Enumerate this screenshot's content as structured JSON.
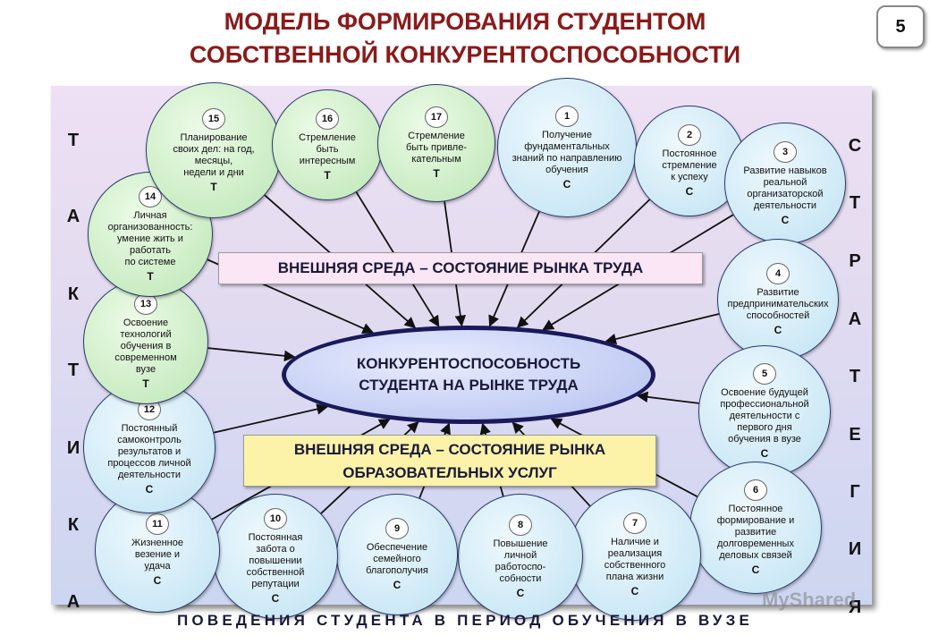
{
  "title": {
    "line1": "МОДЕЛЬ ФОРМИРОВАНИЯ СТУДЕНТОМ",
    "line2": "СОБСТВЕННОЙ КОНКУРЕНТОСПОСОБНОСТИ"
  },
  "page_number": "5",
  "center": {
    "line1": "КОНКУРЕНТОСПОСОБНОСТЬ",
    "line2": "СТУДЕНТА НА РЫНКЕ ТРУДА"
  },
  "env_top": "ВНЕШНЯЯ СРЕДА – СОСТОЯНИЕ РЫНКА ТРУДА",
  "env_bottom": {
    "line1": "ВНЕШНЯЯ СРЕДА – СОСТОЯНИЕ РЫНКА",
    "line2": "ОБРАЗОВАТЕЛЬНЫХ УСЛУГ"
  },
  "nodes": [
    {
      "num": "1",
      "text": "Получение\nфундаментальных\nзнаний по направлению\nобучения",
      "letter": "С",
      "color": "blue"
    },
    {
      "num": "2",
      "text": "Постоянное\nстремление\nк успеху",
      "letter": "С",
      "color": "blue"
    },
    {
      "num": "3",
      "text": "Развитие навыков\nреальной\nорганизаторской\nдеятельности",
      "letter": "С",
      "color": "blue"
    },
    {
      "num": "4",
      "text": "Развитие\nпредпринимательских\nспособностей",
      "letter": "С",
      "color": "blue"
    },
    {
      "num": "5",
      "text": "Освоение будущей\nпрофессиональной\nдеятельности с\nпервого дня\nобучения в вузе",
      "letter": "С",
      "color": "blue"
    },
    {
      "num": "6",
      "text": "Постоянное\nформирование и\nразвитие\nдолговременных\nделовых связей",
      "letter": "С",
      "color": "blue"
    },
    {
      "num": "7",
      "text": "Наличие и\nреализация\nсобственного\nплана жизни",
      "letter": "С",
      "color": "blue"
    },
    {
      "num": "8",
      "text": "Повышение\nличной\nработоспо-\nсобности",
      "letter": "С",
      "color": "blue"
    },
    {
      "num": "9",
      "text": "Обеспечение\nсемейного\nблагополучия",
      "letter": "С",
      "color": "blue"
    },
    {
      "num": "10",
      "text": "Постоянная\nзабота о\nповышении\nсобственной\nрепутации",
      "letter": "С",
      "color": "blue"
    },
    {
      "num": "11",
      "text": "Жизненное\nвезение и\nудача",
      "letter": "С",
      "color": "blue"
    },
    {
      "num": "12",
      "text": "Постоянный\nсамоконтроль\nрезультатов и\nпроцессов личной\nдеятельности",
      "letter": "С",
      "color": "blue"
    },
    {
      "num": "13",
      "text": "Освоение\nтехнологий\nобучения в\nсовременном\nвузе",
      "letter": "Т",
      "color": "green"
    },
    {
      "num": "14",
      "text": "Личная\nорганизованность:\nумение жить и\nработать\nпо системе",
      "letter": "Т",
      "color": "green"
    },
    {
      "num": "15",
      "text": "Планирование\nсвоих дел: на год,\nмесяцы,\nнедели и дни",
      "letter": "Т",
      "color": "green"
    },
    {
      "num": "16",
      "text": "Стремление\nбыть\nинтересным",
      "letter": "Т",
      "color": "green"
    },
    {
      "num": "17",
      "text": "Стремление\nбыть привле-\nкательным",
      "letter": "Т",
      "color": "green"
    }
  ],
  "left_letters": [
    "Т",
    "А",
    "К",
    "Т",
    "И",
    "К",
    "А"
  ],
  "right_letters": [
    "С",
    "Т",
    "Р",
    "А",
    "Т",
    "Е",
    "Г",
    "И",
    "Я"
  ],
  "bottom_text": "ПОВЕДЕНИЯ СТУДЕНТА В ПЕРИОД ОБУЧЕНИЯ В ВУЗЕ",
  "watermark": "MyShared",
  "colors": {
    "title": "#8b1a1a",
    "green_node": "#c8ebc1",
    "blue_node": "#cbe8f6",
    "center_border": "#1a1a5a",
    "env_top_bg": "#fbe6f5",
    "env_bottom_bg": "#fdf3a8"
  }
}
